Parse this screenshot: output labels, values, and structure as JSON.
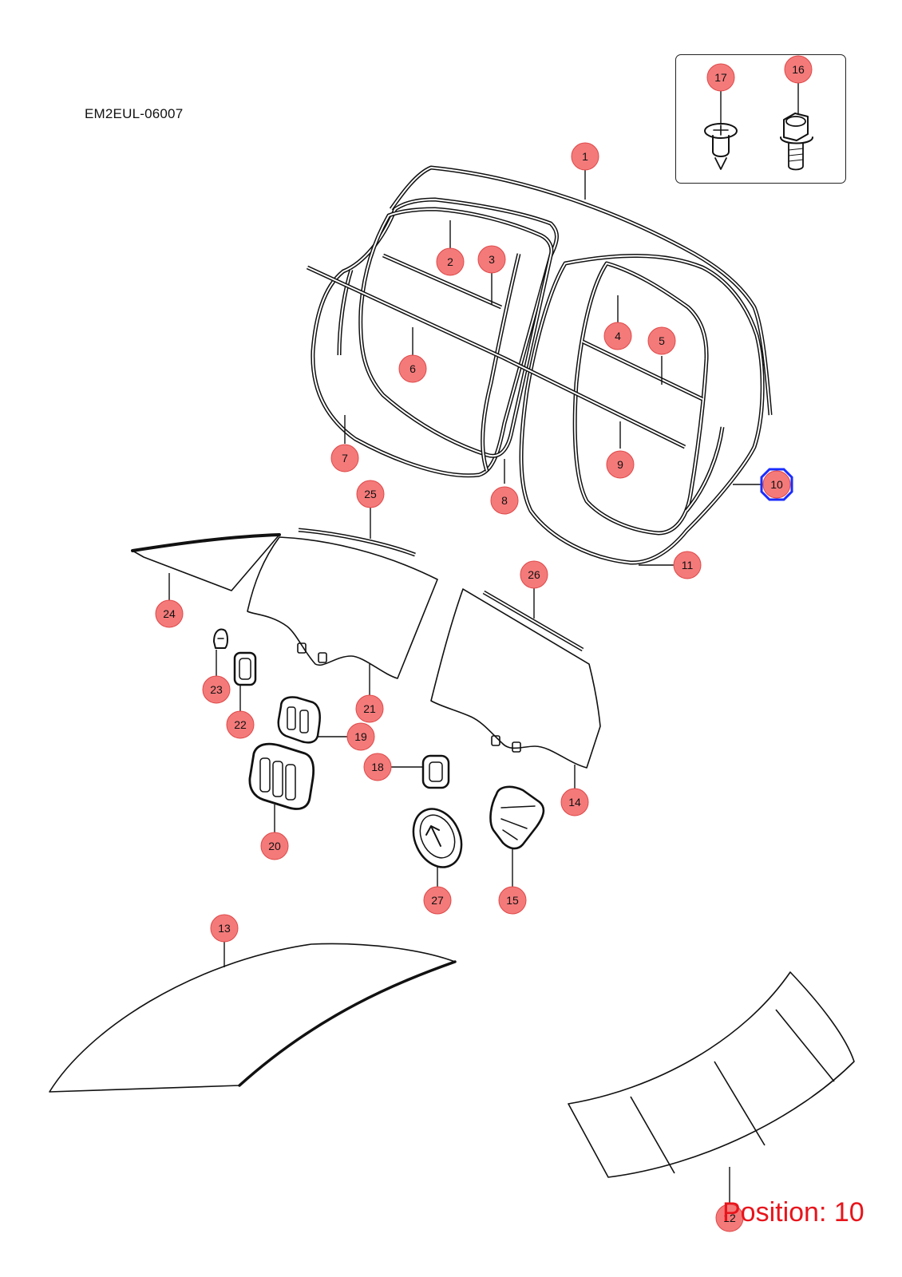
{
  "diagram": {
    "code": "EM2EUL-06007",
    "position_label": "Position: 10",
    "selected_position": "10",
    "highlight_color": "#1a2cff",
    "bubble_color": "#f47a7a",
    "callouts": [
      "1",
      "2",
      "3",
      "4",
      "5",
      "6",
      "7",
      "8",
      "9",
      "10",
      "11",
      "12",
      "13",
      "14",
      "15",
      "16",
      "17",
      "18",
      "19",
      "20",
      "21",
      "22",
      "23",
      "24",
      "25",
      "26",
      "27"
    ]
  }
}
